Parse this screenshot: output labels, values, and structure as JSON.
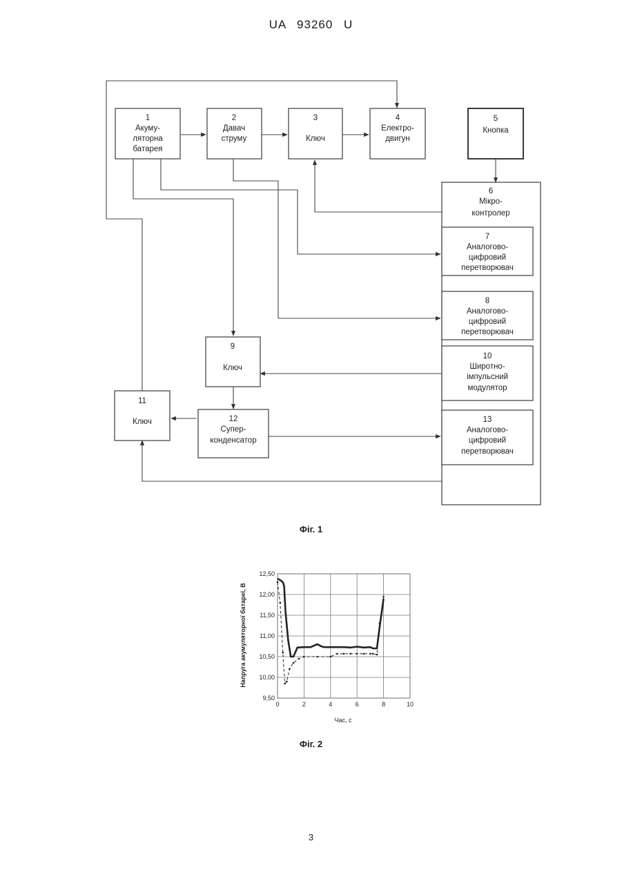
{
  "header": "UA 93260 U",
  "fig1": {
    "caption": "Фіг. 1",
    "blocks": {
      "b1": [
        "1",
        "Акуму-",
        "ляторна",
        "батарея"
      ],
      "b2": [
        "2",
        "Давач",
        "струму"
      ],
      "b3": [
        "3",
        "",
        "Ключ"
      ],
      "b4": [
        "4",
        "Електро-",
        "двигун"
      ],
      "b5": [
        "5",
        "Кнопка"
      ],
      "b6": [
        "6",
        "Мікро-",
        "контролер"
      ],
      "b7": [
        "7",
        "Аналогово-",
        "цифровий",
        "перетворювач"
      ],
      "b8": [
        "8",
        "Аналогово-",
        "цифровий",
        "перетворювач"
      ],
      "b9": [
        "9",
        "",
        "Ключ"
      ],
      "b10": [
        "10",
        "Широтно-",
        "імпульсний",
        "модулятор"
      ],
      "b11": [
        "11",
        "",
        "Ключ"
      ],
      "b12": [
        "12",
        "Супер-",
        "конденсатор"
      ],
      "b13": [
        "13",
        "Аналогово-",
        "цифровий",
        "перетворювач"
      ]
    }
  },
  "fig2": {
    "caption": "Фіг. 2",
    "chart_data": {
      "type": "line",
      "xlabel": "Час, с",
      "ylabel": "Напруга акумуляторної батареї, В",
      "xlim": [
        0,
        10
      ],
      "ylim": [
        9.5,
        12.5
      ],
      "x_ticks": [
        "0",
        "2",
        "4",
        "6",
        "8",
        "10"
      ],
      "y_ticks": [
        "9,50",
        "10,00",
        "10,50",
        "11,00",
        "11,50",
        "12,00",
        "12,50"
      ],
      "grid": true,
      "series": [
        {
          "style": "solid-thick",
          "x": [
            0,
            0.2,
            0.4,
            0.5,
            0.6,
            0.8,
            1.0,
            1.2,
            1.5,
            2.0,
            2.5,
            3.0,
            3.3,
            3.5,
            4.0,
            4.5,
            5.0,
            5.5,
            6.0,
            6.5,
            7.0,
            7.2,
            7.5,
            7.7,
            8.0
          ],
          "y": [
            12.38,
            12.35,
            12.3,
            12.2,
            11.6,
            10.9,
            10.5,
            10.5,
            10.72,
            10.73,
            10.73,
            10.8,
            10.75,
            10.73,
            10.73,
            10.73,
            10.73,
            10.72,
            10.74,
            10.72,
            10.73,
            10.7,
            10.7,
            11.2,
            11.9
          ]
        },
        {
          "style": "dashed-markers",
          "x": [
            0,
            0.2,
            0.4,
            0.55,
            0.7,
            0.9,
            1.2,
            1.6,
            2.0,
            3.0,
            4.0,
            4.5,
            5.0,
            5.5,
            6.0,
            6.5,
            7.0,
            7.2,
            7.5,
            7.7,
            8.0
          ],
          "y": [
            12.3,
            11.8,
            10.6,
            9.85,
            9.9,
            10.2,
            10.35,
            10.45,
            10.5,
            10.5,
            10.5,
            10.57,
            10.57,
            10.57,
            10.57,
            10.57,
            10.57,
            10.57,
            10.55,
            11.3,
            11.95
          ]
        }
      ]
    }
  },
  "page_number": "3"
}
